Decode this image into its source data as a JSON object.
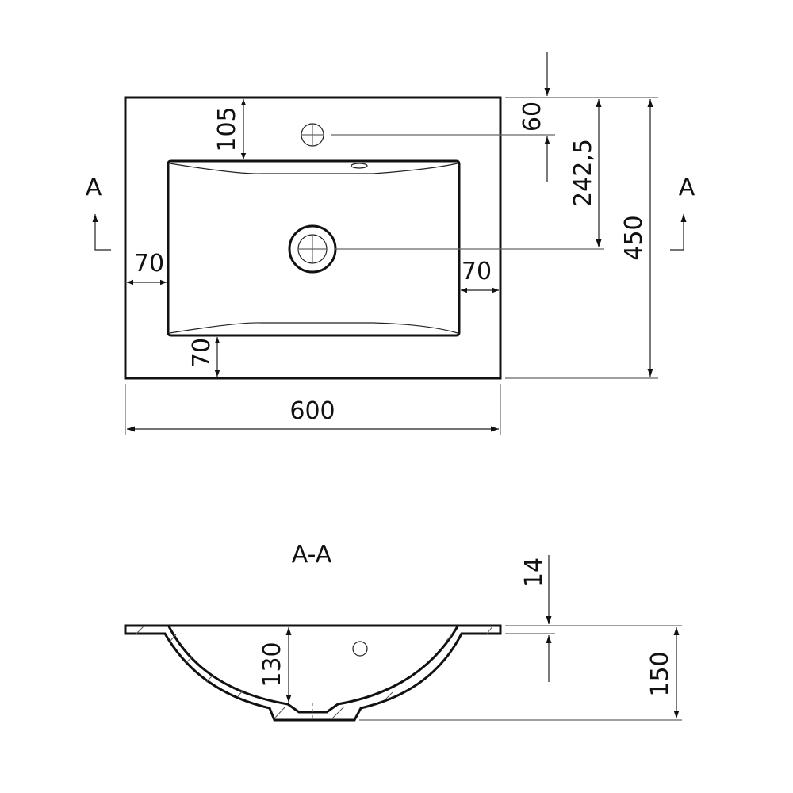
{
  "top_view": {
    "dims": {
      "tap_to_basin": "105",
      "left_margin": "70",
      "right_margin": "70",
      "bottom_margin": "70",
      "width": "600",
      "tap_offset": "60",
      "drain_offset": "242,5",
      "depth": "450"
    },
    "section_marker_left": "A",
    "section_marker_right": "A"
  },
  "section_view": {
    "title": "A-A",
    "dims": {
      "rim_thickness": "14",
      "bowl_depth": "130",
      "total_height": "150"
    }
  }
}
